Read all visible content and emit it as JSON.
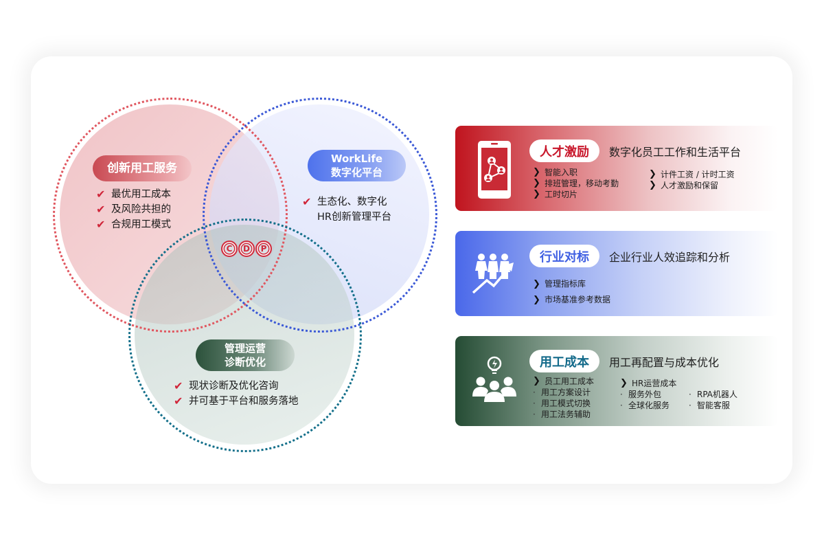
{
  "venn": {
    "logo": [
      "C",
      "D",
      "P"
    ],
    "circles": {
      "red": {
        "label": "创新用工服务",
        "items": [
          "最优用工成本",
          "及风险共担的",
          "合规用工模式"
        ],
        "color": "#e0565f"
      },
      "blue": {
        "label_line1": "WorkLife",
        "label_line2": "数字化平台",
        "items": [
          "生态化、数字化",
          "HR创新管理平台"
        ],
        "color": "#3a58d6"
      },
      "green": {
        "label_line1": "管理运营",
        "label_line2": "诊断优化",
        "items": [
          "现状诊断及优化咨询",
          "并可基于平台和服务落地"
        ],
        "color": "#136f8a"
      }
    },
    "check_glyph": "✔"
  },
  "panels": [
    {
      "tag": "人才激励",
      "tag_color": "#c8162a",
      "subtitle": "数字化员工工作和生活平台",
      "icon": "mobile-network-icon",
      "col1": [
        "智能入职",
        "排班管理，移动考勤",
        "工时切片"
      ],
      "col2": [
        "计件工资 / 计时工资",
        "人才激励和保留"
      ]
    },
    {
      "tag": "行业对标",
      "tag_color": "#3f5fe2",
      "subtitle": "企业行业人效追踪和分析",
      "icon": "people-growth-icon",
      "col1": [
        "管理指标库",
        "市场基准参考数据"
      ]
    },
    {
      "tag": "用工成本",
      "tag_color": "#136a8a",
      "subtitle": "用工再配置与成本优化",
      "icon": "team-idea-icon",
      "group1": {
        "heading": "员工用工成本",
        "items": [
          "用工方案设计",
          "用工模式切换",
          "用工法务辅助"
        ]
      },
      "group2": {
        "heading": "HR运营成本",
        "items_a": [
          "服务外包",
          "全球化服务"
        ],
        "items_b": [
          "RPA机器人",
          "智能客服"
        ]
      }
    }
  ],
  "glyphs": {
    "chevron": "❯",
    "middot": "·"
  }
}
